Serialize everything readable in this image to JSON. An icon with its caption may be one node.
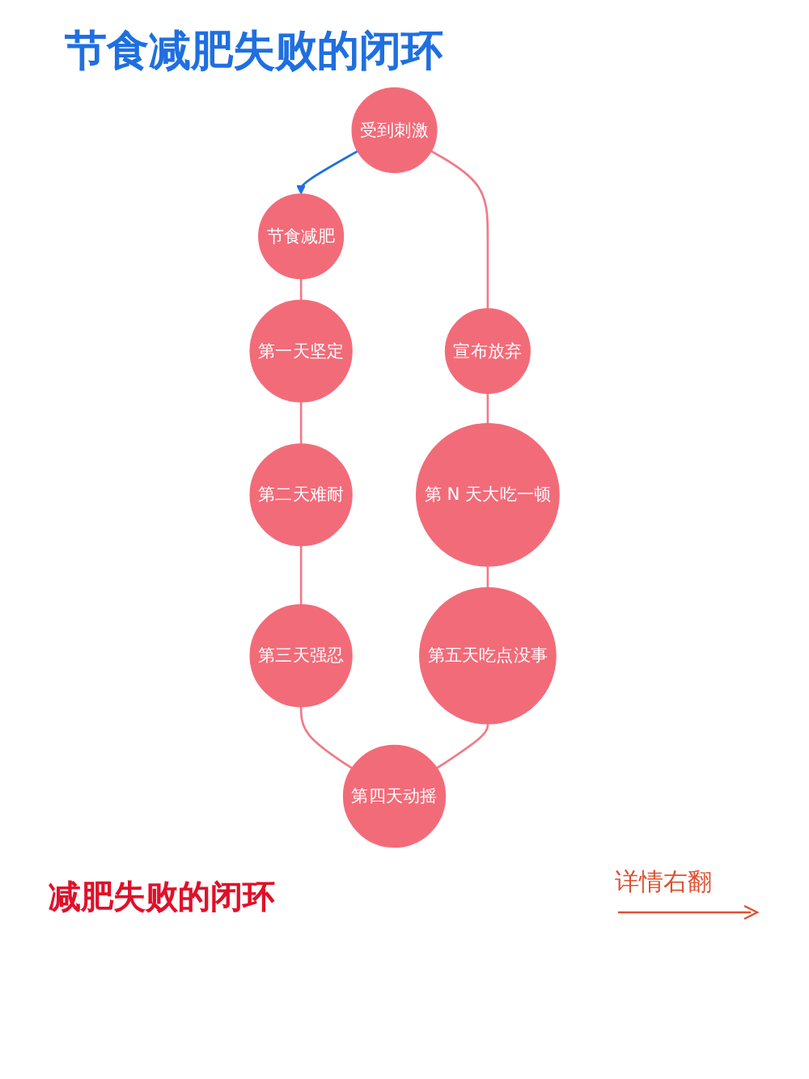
{
  "diagram": {
    "title": "节食减肥失败的闭环",
    "nodes": [
      {
        "text": [
          "节食减肥"
        ]
      },
      {
        "text": [
          "第一天坚定"
        ]
      },
      {
        "text": [
          "第二天难耐"
        ]
      },
      {
        "text": [
          "第三天强忍"
        ]
      },
      {
        "text": [
          "第四天动摇"
        ]
      },
      {
        "text": [
          "第五天吃点没事"
        ]
      },
      {
        "text": [
          "第 N 天大吃一顿"
        ]
      },
      {
        "text": [
          "宣布放弃"
        ]
      },
      {
        "text": [
          "受到刺激"
        ]
      }
    ],
    "edges": [
      {
        "from": 0,
        "to": 1,
        "arrow": "none"
      },
      {
        "from": 1,
        "to": 2,
        "arrow": "none"
      },
      {
        "from": 2,
        "to": 3,
        "arrow": "none"
      },
      {
        "from": 3,
        "to": 4,
        "arrow": "none"
      },
      {
        "from": 5,
        "to": 4,
        "arrow": "none"
      },
      {
        "from": 6,
        "to": 5,
        "arrow": "none"
      },
      {
        "from": 7,
        "to": 6,
        "arrow": "none"
      },
      {
        "from": 8,
        "to": 7,
        "arrow": "none"
      },
      {
        "from": 8,
        "to": 0,
        "arrow": "to",
        "color": "#1e6fe0"
      }
    ],
    "labels": [
      "减肥失败的闭环",
      "详情右翻"
    ]
  }
}
